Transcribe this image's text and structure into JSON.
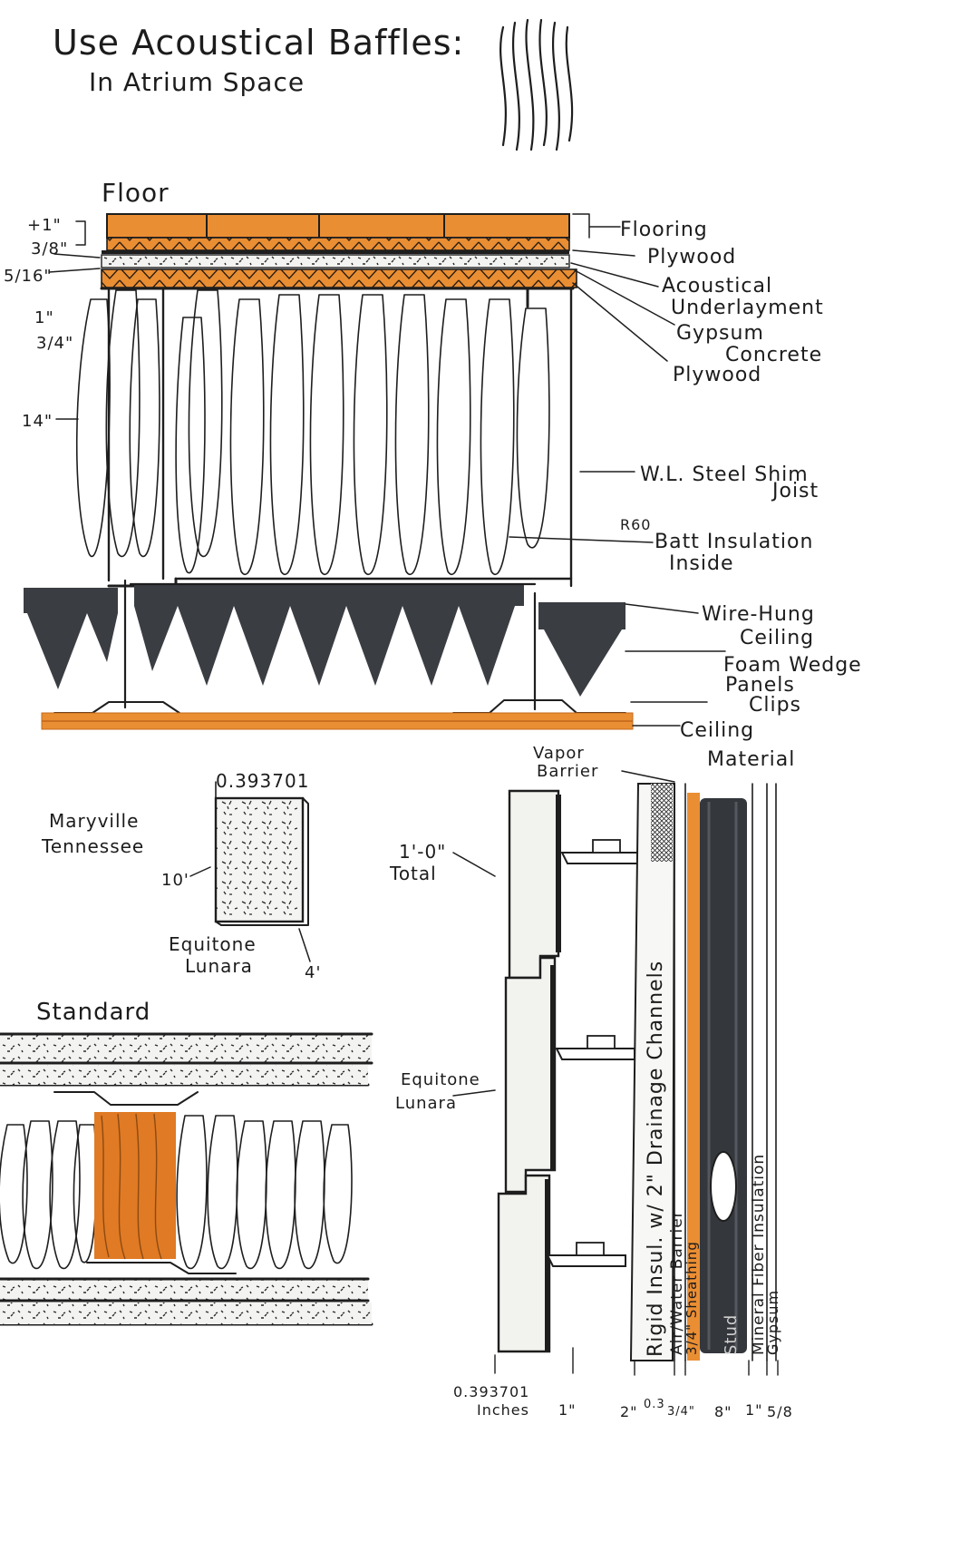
{
  "title": {
    "line1": "Use Acoustical Baffles:",
    "line2": "In Atrium Space"
  },
  "colors": {
    "ink": "#1e1e1e",
    "orange": "#e8892e",
    "orange_light": "#f2a24e",
    "charcoal": "#3a3d42",
    "grey_fill": "#f1f1ef",
    "speckle": "#2a2a2a"
  },
  "icons": {
    "baffle": "baffle-icon",
    "insulation": "batt-insulation-pattern"
  },
  "floor_section": {
    "heading": "Floor",
    "left_dims": [
      "+1\"",
      "3/8\"",
      "5/16\"",
      "1\"",
      "3/4\"",
      "14\""
    ],
    "labels": {
      "flooring": "Flooring",
      "plywood_top": "Plywood",
      "acoustical_1": "Acoustical",
      "acoustical_2": "Underlayment",
      "gypsum_1": "Gypsum",
      "gypsum_2": "Concrete",
      "plywood_bottom": "Plywood",
      "joist_1": "W.L. Steel Shim",
      "joist_2": "Joist",
      "r60": "R60",
      "batt_1": "Batt Insulation",
      "batt_2": "Inside",
      "wire_1": "Wire-Hung",
      "wire_2": "Ceiling",
      "foam_1": "Foam Wedge",
      "foam_2": "Panels",
      "clips": "Clips",
      "ceiling_1": "Ceiling",
      "ceiling_2": "Material"
    }
  },
  "panel_detail": {
    "location_1": "Maryville",
    "location_2": "Tennessee",
    "thickness": "0.393701",
    "height": "10'",
    "width": "4'",
    "name_1": "Equitone",
    "name_2": "Lunara"
  },
  "standard": {
    "heading": "Standard"
  },
  "wall_section": {
    "vapor_1": "Vapor",
    "vapor_2": "Barrier",
    "total_1": "1'-0\"",
    "total_2": "Total",
    "equitone_1": "Equitone",
    "equitone_2": "Lunara",
    "rigid": "Rigid Insul. w/ 2\" Drainage Channels",
    "air_water": "Air/Water Barrier",
    "sheathing": "3/4\" Sheathing",
    "stud": "Stud",
    "mineral": "Mineral Fiber Insulation",
    "gypsum": "Gypsum",
    "bottom_dims": {
      "d1_1": "0.393701",
      "d1_2": "Inches",
      "d2": "1\"",
      "d3": "2\"",
      "d4": "0.3",
      "d5": "3/4\"",
      "d6": "8\"",
      "d7": "1\"",
      "d8": "5/8"
    }
  }
}
